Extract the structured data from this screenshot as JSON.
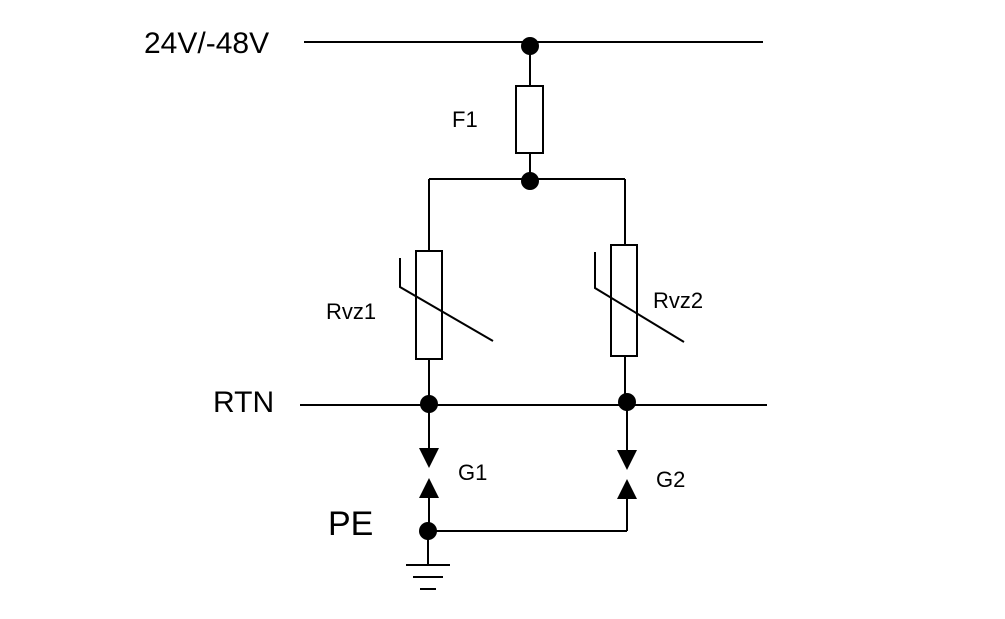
{
  "labels": {
    "supply": "24V/-48V",
    "fuse": "F1",
    "varistor_1": "Rvz1",
    "varistor_2": "Rvz2",
    "return": "RTN",
    "gap_1": "G1",
    "gap_2": "G2",
    "protective_earth": "PE"
  },
  "colors": {
    "line": "#000000",
    "background": "#ffffff"
  }
}
